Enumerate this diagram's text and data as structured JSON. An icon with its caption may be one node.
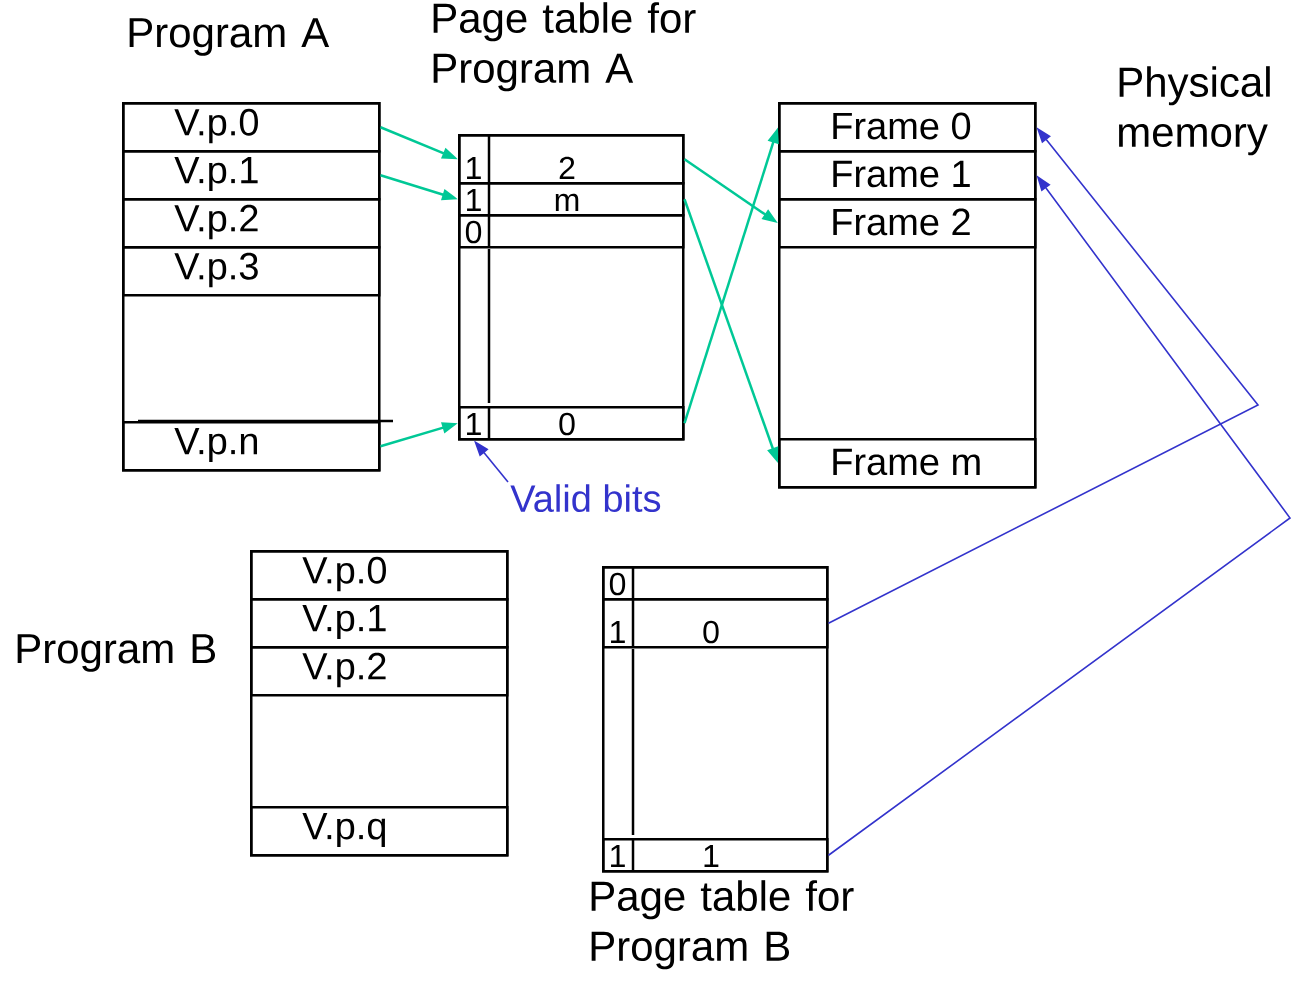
{
  "diagram": {
    "nodes": [
      {
        "text": [
          "Program A"
        ]
      },
      {
        "text": [
          "V.p.0"
        ],
        "in": 0
      },
      {
        "text": [
          "V.p.1"
        ],
        "in": 0
      },
      {
        "text": [
          "V.p.2"
        ],
        "in": 0
      },
      {
        "text": [
          "V.p.3"
        ],
        "in": 0
      },
      {
        "text": [
          "V.p.n"
        ],
        "in": 0
      },
      {
        "text": [
          "Page table for Program A"
        ]
      },
      {
        "text": [
          "1",
          "2"
        ],
        "in": 6
      },
      {
        "text": [
          "1",
          "m"
        ],
        "in": 6
      },
      {
        "text": [
          "0"
        ],
        "in": 6
      },
      {
        "text": [
          "1",
          "0"
        ],
        "in": 6
      },
      {
        "text": [
          "Physical memory"
        ]
      },
      {
        "text": [
          "Frame 0"
        ],
        "in": 11
      },
      {
        "text": [
          "Frame 1"
        ],
        "in": 11
      },
      {
        "text": [
          "Frame 2"
        ],
        "in": 11
      },
      {
        "text": [
          "Frame m"
        ],
        "in": 11
      },
      {
        "text": [
          "Valid bits"
        ]
      },
      {
        "text": [
          "Program B"
        ]
      },
      {
        "text": [
          "V.p.0"
        ],
        "in": 17
      },
      {
        "text": [
          "V.p.1"
        ],
        "in": 17
      },
      {
        "text": [
          "V.p.2"
        ],
        "in": 17
      },
      {
        "text": [
          "V.p.q"
        ],
        "in": 17
      },
      {
        "text": [
          "Page table for Program B"
        ]
      },
      {
        "text": [
          "0"
        ],
        "in": 22
      },
      {
        "text": [
          "1",
          "0"
        ],
        "in": 22
      },
      {
        "text": [
          "1",
          "1"
        ],
        "in": 22
      }
    ],
    "edges": [
      {
        "from": 1,
        "to": 7,
        "arrow": "to"
      },
      {
        "from": 2,
        "to": 8,
        "arrow": "to"
      },
      {
        "from": 5,
        "to": 10,
        "arrow": "to"
      },
      {
        "from": 7,
        "to": 14,
        "arrow": "to"
      },
      {
        "from": 8,
        "to": 15,
        "arrow": "to"
      },
      {
        "from": 10,
        "to": 12,
        "arrow": "to"
      },
      {
        "from": 16,
        "to": 6,
        "arrow": "to",
        "color": "#3333cc"
      },
      {
        "from": 24,
        "to": 12,
        "arrow": "to",
        "color": "#3333cc"
      },
      {
        "from": 25,
        "to": 13,
        "arrow": "to",
        "color": "#3333cc"
      }
    ]
  }
}
